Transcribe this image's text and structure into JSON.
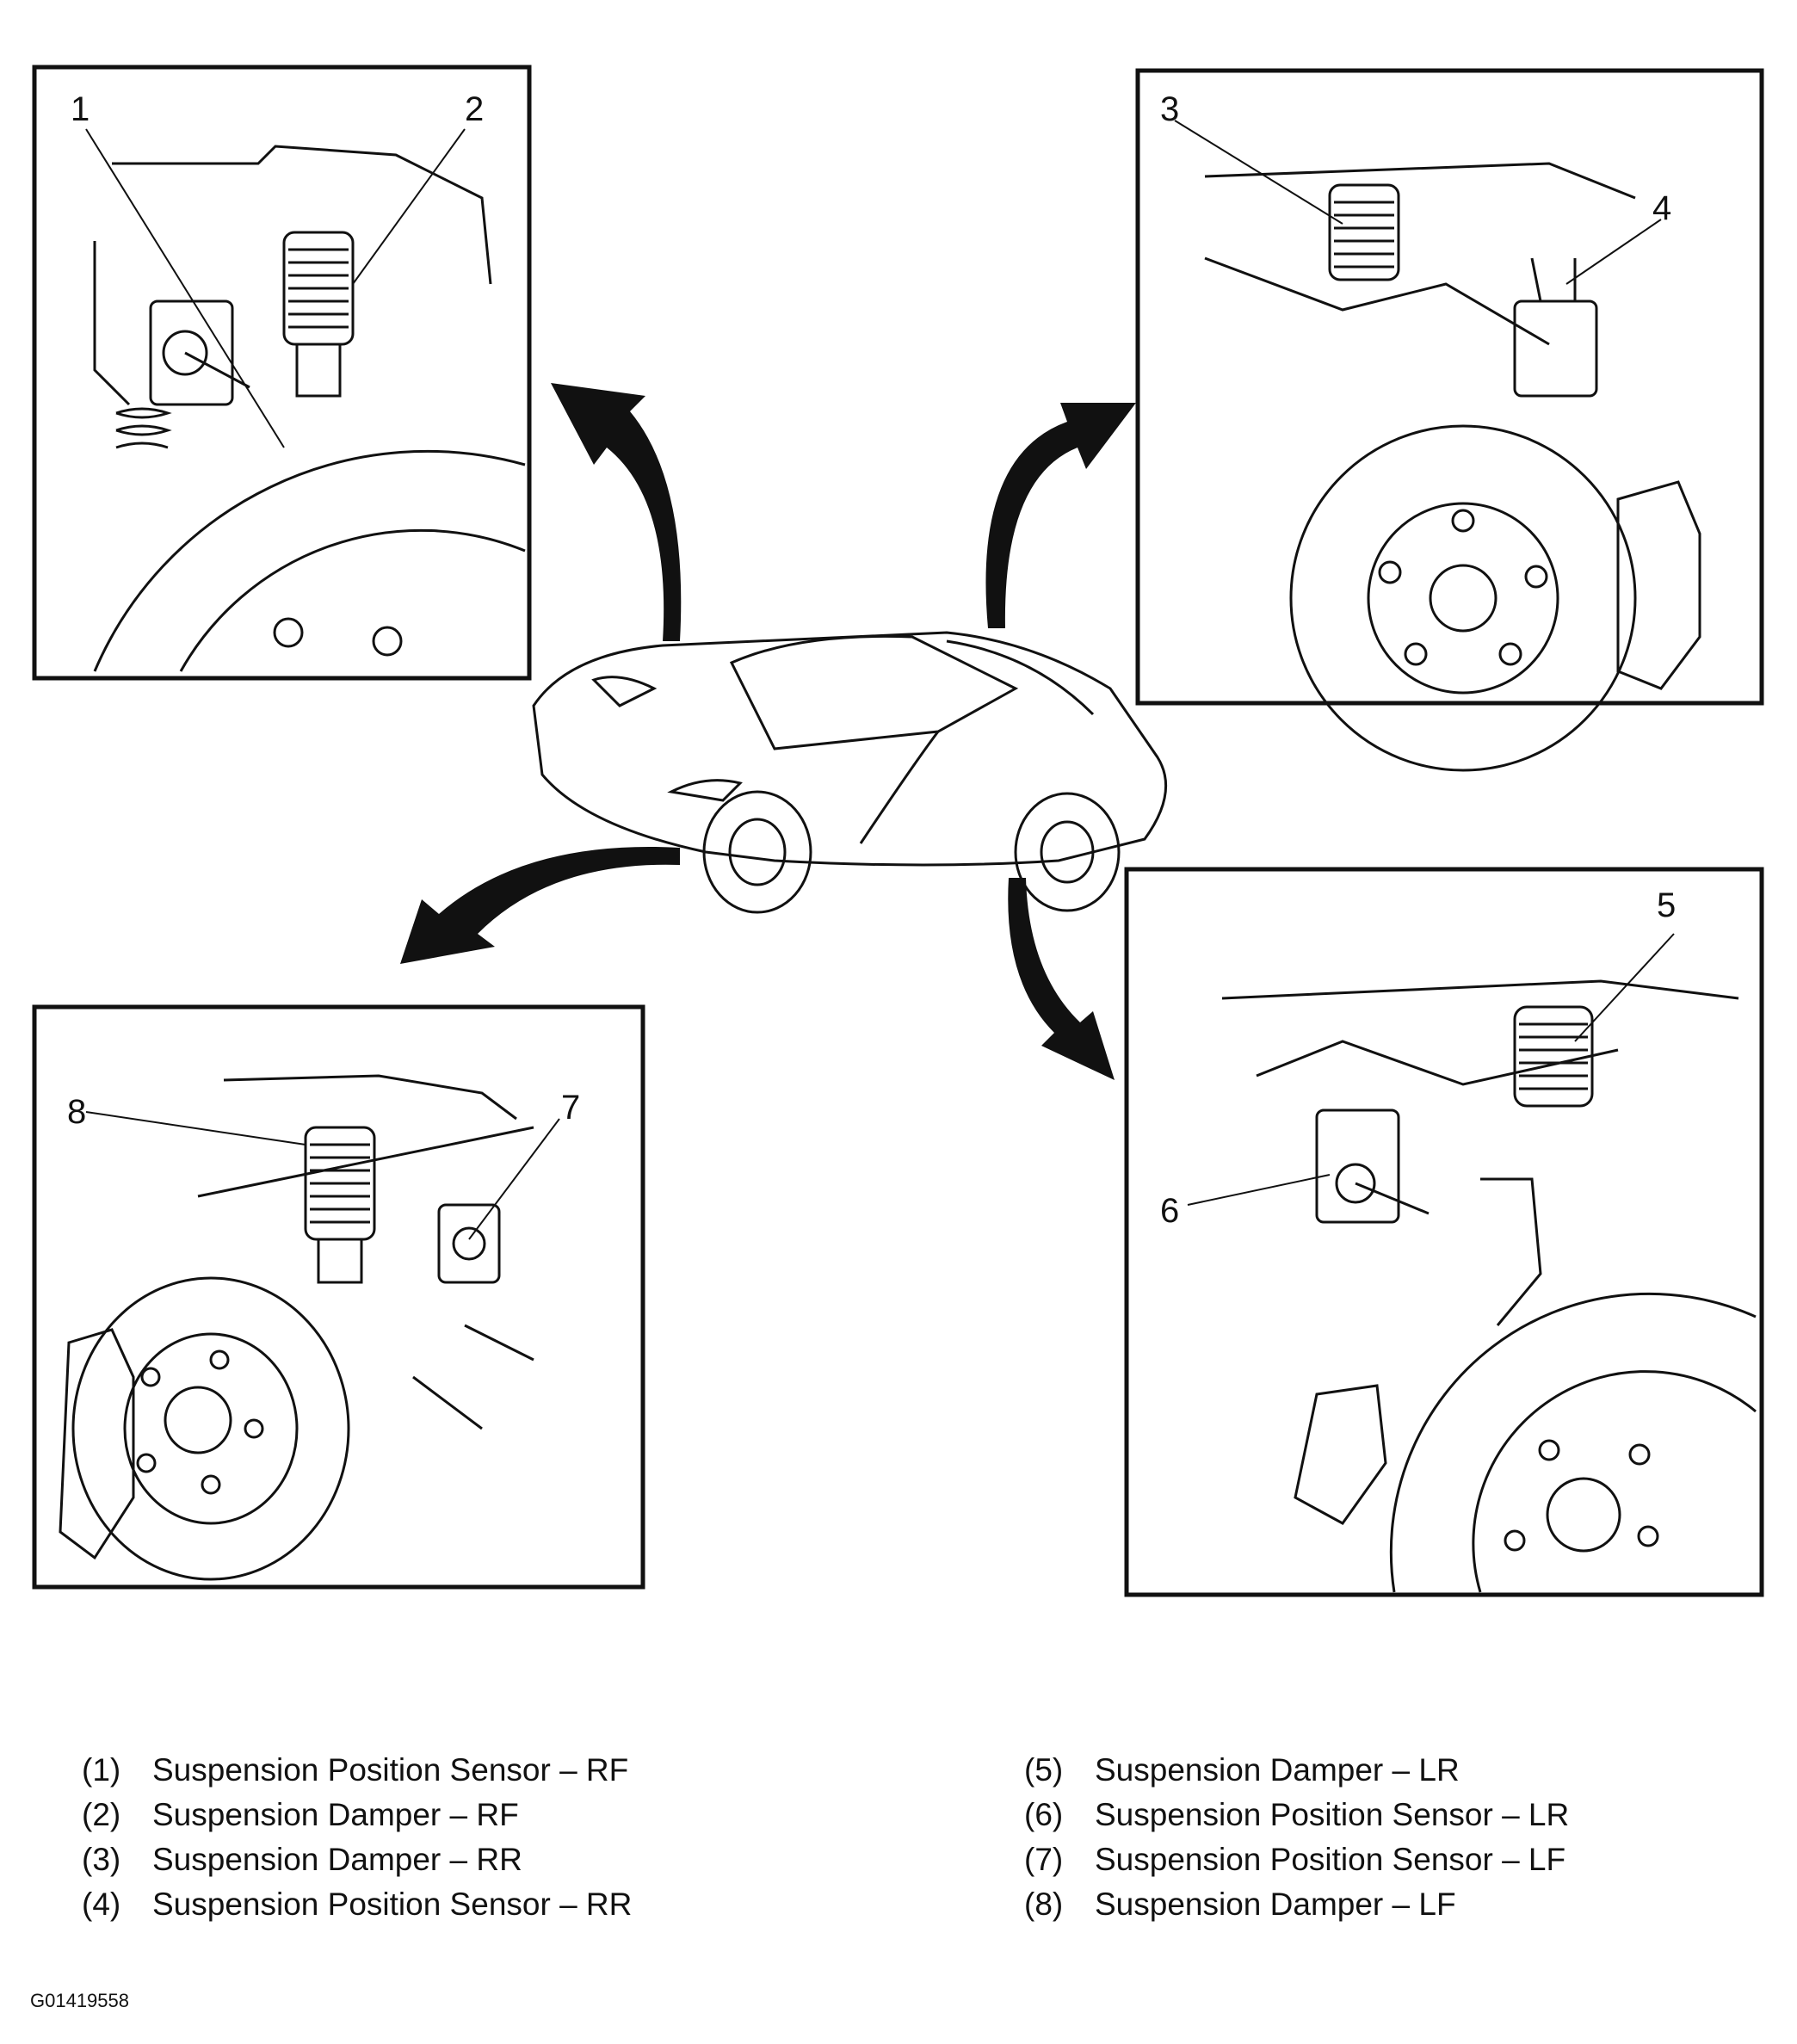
{
  "callouts": [
    "1",
    "2",
    "3",
    "4",
    "5",
    "6",
    "7",
    "8"
  ],
  "legend": [
    {
      "num": "(1)",
      "text": "Suspension Position Sensor – RF"
    },
    {
      "num": "(2)",
      "text": "Suspension Damper – RF"
    },
    {
      "num": "(3)",
      "text": "Suspension Damper – RR"
    },
    {
      "num": "(4)",
      "text": "Suspension Position Sensor – RR"
    },
    {
      "num": "(5)",
      "text": "Suspension Damper – LR"
    },
    {
      "num": "(6)",
      "text": "Suspension Position Sensor – LR"
    },
    {
      "num": "(7)",
      "text": "Suspension Position Sensor – LF"
    },
    {
      "num": "(8)",
      "text": "Suspension Damper – LF"
    }
  ],
  "figure_id": "G01419558",
  "colors": {
    "line": "#111111",
    "background": "#ffffff"
  }
}
